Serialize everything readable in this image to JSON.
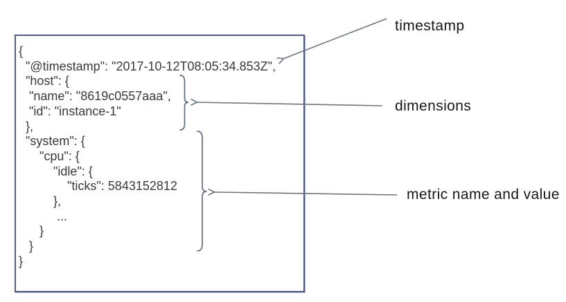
{
  "code": {
    "lines": [
      "{",
      "  \"@timestamp\": \"2017-10-12T08:05:34.853Z\",",
      "  \"host\": {",
      "   \"name\": \"8619c0557aaa\",",
      "   \"id\": \"instance-1\"",
      "  },",
      "  \"system\": {",
      "      \"cpu\": {",
      "          \"idle\": {",
      "              \"ticks\": 5843152812",
      "          },",
      "           ...",
      "      }",
      "   }",
      "}"
    ]
  },
  "annotations": {
    "timestamp": {
      "label": "timestamp"
    },
    "dimensions": {
      "label": "dimensions"
    },
    "metric": {
      "label": "metric name and value"
    }
  },
  "colors": {
    "background": "#ffffff",
    "box-border": "#4d5c90",
    "code-text": "#3a3a3a",
    "label-text": "#161616",
    "brace": "#5f6d82",
    "arrow": "#6b7480"
  }
}
